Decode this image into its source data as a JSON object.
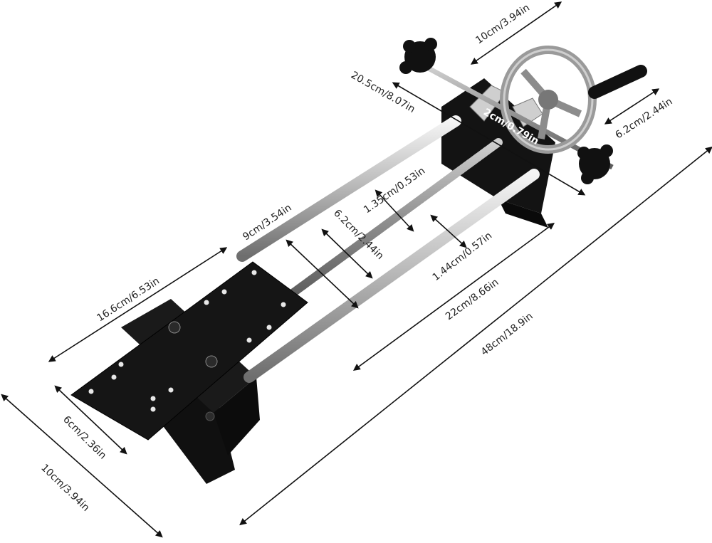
{
  "measurements": {
    "top_width": "10cm/3.94in",
    "frame_width": "20.5cm/8.07in",
    "jaw_gap": "2cm/0.79in",
    "wheel_offset": "6.2cm/2.44in",
    "rod_diameter": "1.35cm/0.53in",
    "rod_spacing": "9cm/3.54in",
    "screw_spacing": "6.2cm/2.44in",
    "rod_gap": "1.44cm/0.57in",
    "plate_length": "16.6cm/6.53in",
    "rod_length": "22cm/8.66in",
    "total_length": "48cm/18.9in",
    "plate_width": "6cm/2.36in",
    "base_width": "10cm/3.94in"
  },
  "colors": {
    "black_anodized": "#151515",
    "chrome": "#d8d8d8",
    "steel": "#9a9a9a",
    "cast_iron": "#8c8c8c"
  }
}
